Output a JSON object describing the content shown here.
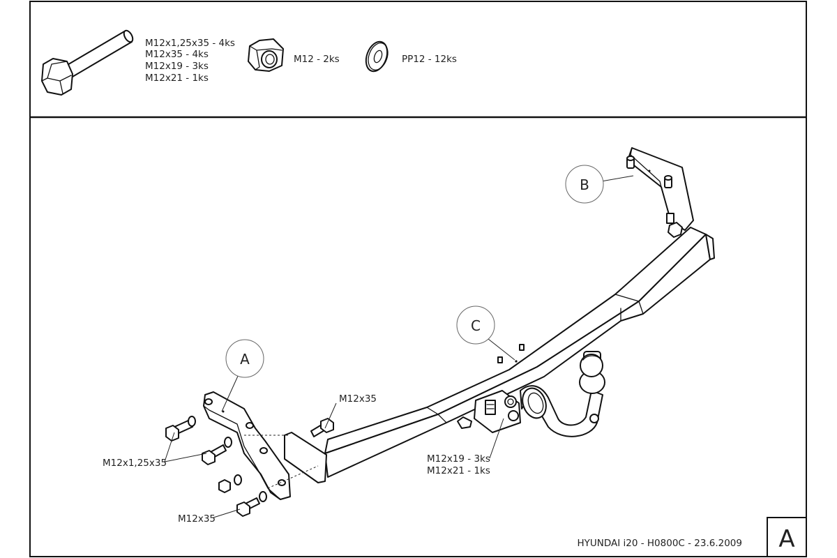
{
  "hardware_list": {
    "bolt": {
      "icon": "hex-bolt-icon",
      "lines": [
        "M12x1,25x35 - 4ks",
        "M12x35 - 4ks",
        "M12x19 - 3ks",
        "M12x21 - 1ks"
      ]
    },
    "nut": {
      "icon": "hex-nut-icon",
      "label": "M12 - 2ks"
    },
    "washer": {
      "icon": "washer-icon",
      "label": "PP12 - 12ks"
    }
  },
  "callouts": {
    "a": "A",
    "b": "B",
    "c": "C"
  },
  "annotations": {
    "m12x35_top": "M12x35",
    "m12x125x35": "M12x1,25x35",
    "m12x35_bottom": "M12x35",
    "center_line1": "M12x19 - 3ks",
    "center_line2": "M12x21 - 1ks"
  },
  "title_block": {
    "caption": "HYUNDAI i20 - H0800C - 23.6.2009",
    "sheet_letter": "A"
  }
}
